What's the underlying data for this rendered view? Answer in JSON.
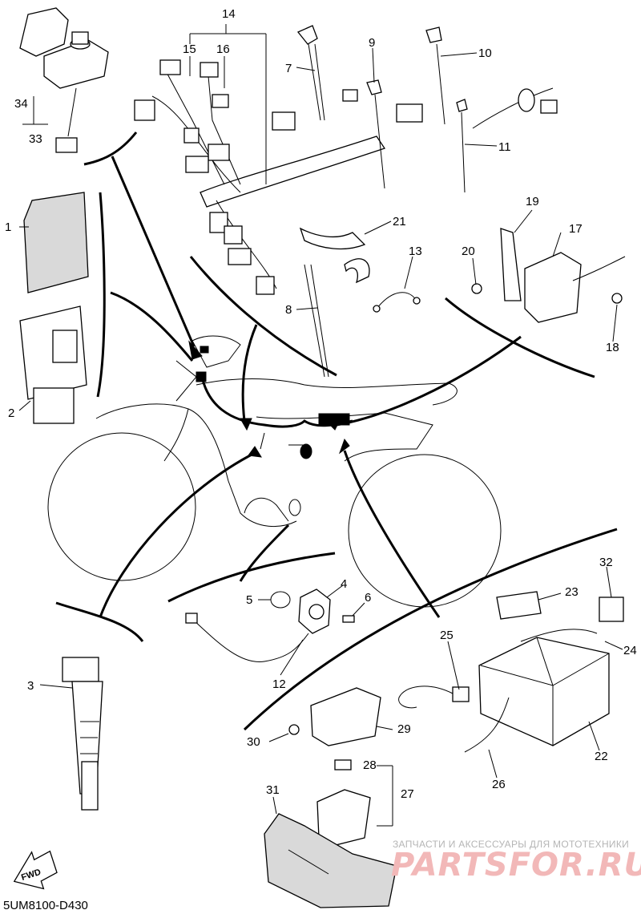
{
  "diagram_code": "5UM8100-D430",
  "fwd_label": "FWD",
  "watermark": {
    "line1": "ЗАПЧАСТИ И АКСЕССУАРЫ ДЛЯ МОТОТЕХНИКИ",
    "line2": "PARTSFOR.RU"
  },
  "callouts": [
    "1",
    "2",
    "3",
    "4",
    "5",
    "6",
    "7",
    "8",
    "9",
    "10",
    "11",
    "12",
    "13",
    "14",
    "15",
    "16",
    "17",
    "18",
    "19",
    "20",
    "21",
    "22",
    "23",
    "24",
    "25",
    "26",
    "27",
    "28",
    "29",
    "30",
    "31",
    "32",
    "33",
    "34"
  ],
  "colors": {
    "line": "#000000",
    "watermark_text": "#b5b5b5",
    "watermark_logo": "#f2b8b8",
    "part_fill": "#d9d9d9"
  }
}
